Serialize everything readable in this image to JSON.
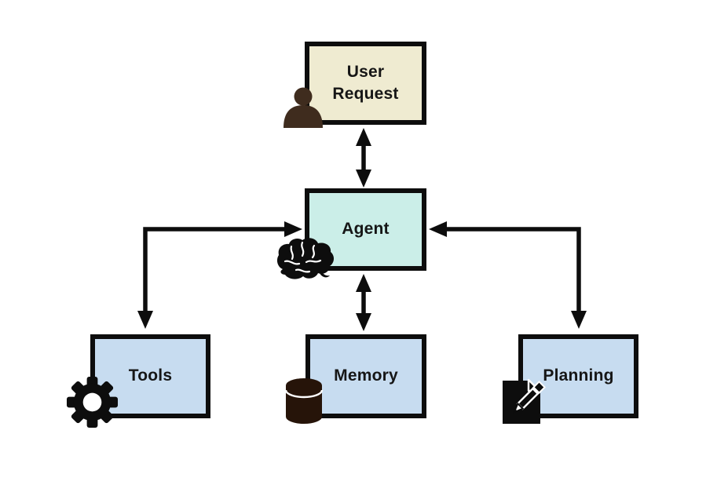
{
  "diagram": {
    "description": "Agent architecture flow diagram",
    "nodes": [
      {
        "id": "user-request",
        "label": "User Request",
        "icon": "person-icon",
        "fill": "#efebd1"
      },
      {
        "id": "agent",
        "label": "Agent",
        "icon": "brain-icon",
        "fill": "#cbeee8"
      },
      {
        "id": "tools",
        "label": "Tools",
        "icon": "gear-icon",
        "fill": "#c7dcf0"
      },
      {
        "id": "memory",
        "label": "Memory",
        "icon": "database-icon",
        "fill": "#c7dcf0"
      },
      {
        "id": "planning",
        "label": "Planning",
        "icon": "document-pencil-icon",
        "fill": "#c7dcf0"
      }
    ],
    "edges": [
      {
        "from": "User Request",
        "to": "Agent",
        "direction": "bidirectional",
        "shape": "straight-vertical"
      },
      {
        "from": "Agent",
        "to": "Memory",
        "direction": "bidirectional",
        "shape": "straight-vertical"
      },
      {
        "from": "Tools",
        "to": "Agent",
        "direction": "bidirectional",
        "shape": "elbow"
      },
      {
        "from": "Planning",
        "to": "Agent",
        "direction": "bidirectional",
        "shape": "elbow"
      }
    ],
    "colors": {
      "background": "#ffffff",
      "border": "#0d0d0d",
      "arrow": "#0d0d0d",
      "text": "#161616",
      "person_icon": "#3f2c1e",
      "database_icon": "#261409",
      "black_icon": "#0d0d0d"
    }
  }
}
